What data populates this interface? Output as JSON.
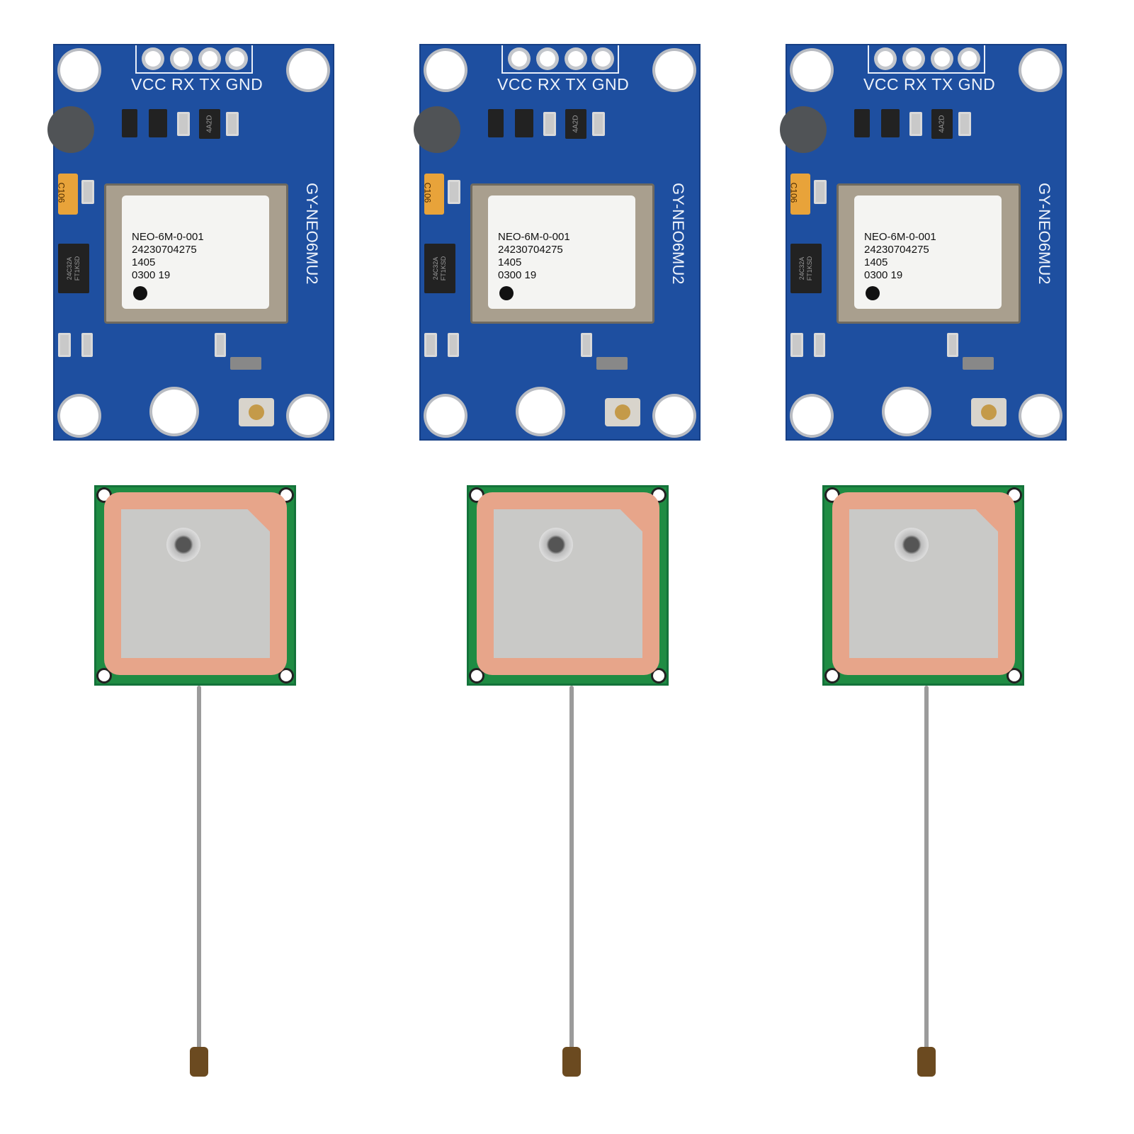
{
  "board": {
    "pin_labels": "VCC RX TX GND",
    "model": "GY-NEO6MU2",
    "capacitor": "C106",
    "eeprom": "24C32A FT1KSD",
    "regulator": "4A2D",
    "module_label": [
      "NEO-6M-0-001",
      "24230704275",
      "1405",
      "0300  19"
    ]
  },
  "colors": {
    "pcb": "#1e4fa0",
    "antenna_pcb": "#1f8c43",
    "ceramic": "#e7a58a",
    "patch": "#c9c9c7"
  },
  "units": 3
}
